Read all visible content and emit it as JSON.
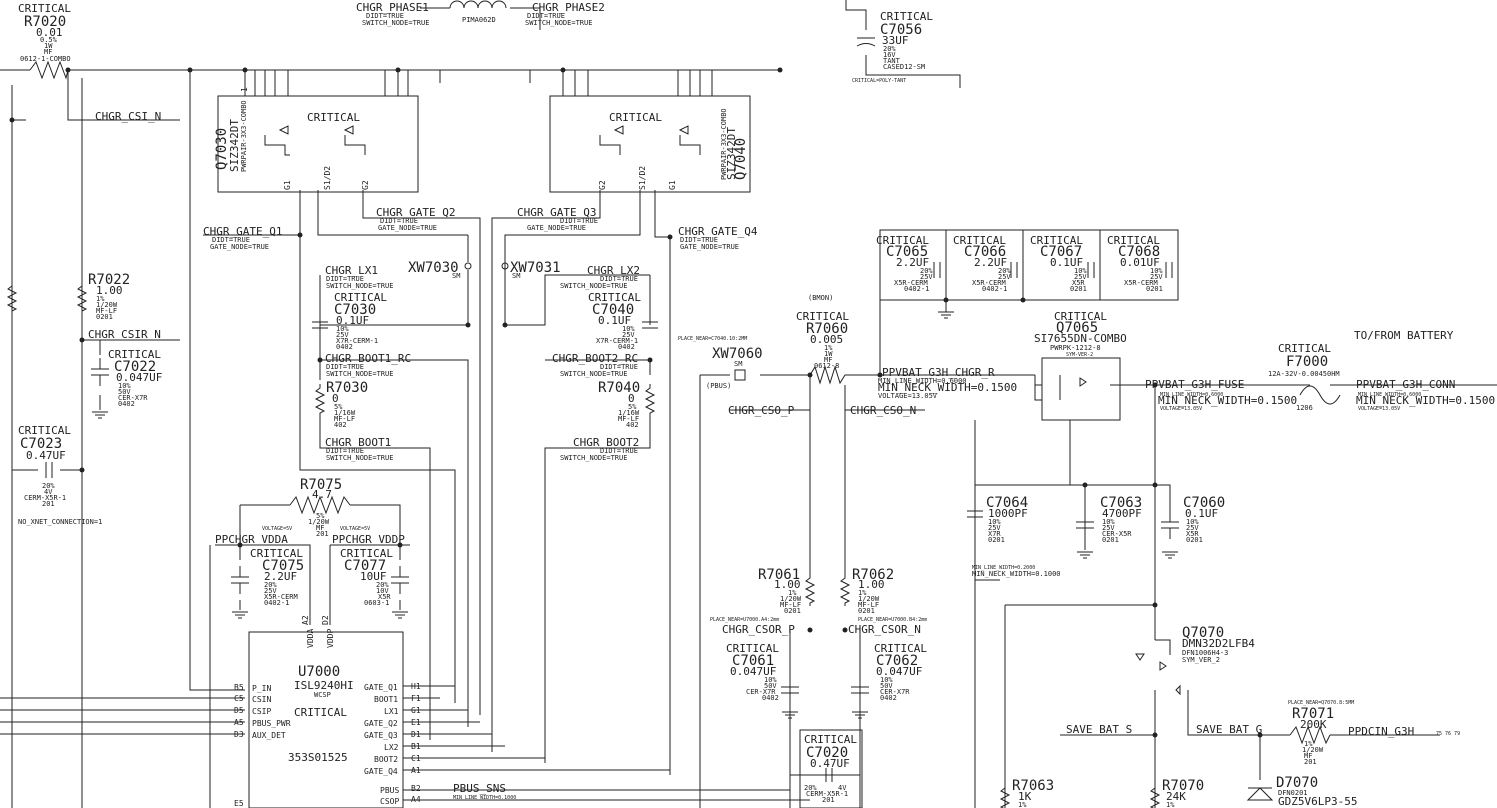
{
  "labels": {
    "critical": "CRITICAL",
    "to_from_battery": "TO/FROM BATTERY",
    "no_xnet": "NO_XNET_CONNECTION=1",
    "bmon": "(BMON)",
    "pbus_tag": "(PBUS)",
    "place_near_r7060": "PLACE_NEAR=C7040.10:2MM",
    "place_near_csor_p": "PLACE_NEAR=U7000.A4:2mm",
    "place_near_csor_n": "PLACE_NEAR=U7000.B4:2mm",
    "place_near_r7071": "PLACE_NEAR=Q7070.8:5MM",
    "voltage_5v_a": "VOLTAGE=5V",
    "voltage_5v_b": "VOLTAGE=5V",
    "min_line_neck_small": "MIN_LINE_WIDTH=0.2000",
    "min_neck_small": "MIN_NECK_WIDTH=0.1000",
    "pbus_sns_attr": "MIN_LINE_WIDTH=0.1000"
  },
  "nets": {
    "chgr_phase1": "CHGR_PHASE1",
    "chgr_phase2": "CHGR_PHASE2",
    "didt_true": "DIDT=TRUE",
    "switch_node_true": "SWITCH_NODE=TRUE",
    "gate_node_true": "GATE_NODE=TRUE",
    "chgr_csi_n": "CHGR_CSI_N",
    "chgr_csir_n": "CHGR_CSIR_N",
    "chgr_gate_q1": "CHGR_GATE_Q1",
    "chgr_gate_q2": "CHGR_GATE_Q2",
    "chgr_gate_q3": "CHGR_GATE_Q3",
    "chgr_gate_q4": "CHGR_GATE_Q4",
    "chgr_lx1": "CHGR_LX1",
    "chgr_lx2": "CHGR_LX2",
    "chgr_boot1_rc": "CHGR_BOOT1_RC",
    "chgr_boot2_rc": "CHGR_BOOT2_RC",
    "chgr_boot1": "CHGR_BOOT1",
    "chgr_boot2": "CHGR_BOOT2",
    "chgr_cso_p": "CHGR_CSO_P",
    "chgr_cso_n": "CHGR_CSO_N",
    "chgr_csor_p": "CHGR_CSOR_P",
    "chgr_csor_n": "CHGR_CSOR_N",
    "ppbat_g3h_chgr_r": "PPVBAT_G3H_CHGR_R",
    "ppbat_g3h_fuse": "PPVBAT_G3H_FUSE",
    "ppbat_g3h_conn": "PPVBAT_G3H_CONN",
    "min_line_width": "MIN_LINE_WIDTH=0.6000",
    "min_neck_width": "MIN_NECK_WIDTH=0.1500",
    "voltage_1305": "VOLTAGE=13.05V",
    "ppchgr_vdda": "PPCHGR_VDDA",
    "ppchgr_vddp": "PPCHGR_VDDP",
    "pbus_sns": "PBUS_SNS",
    "save_bat_s": "SAVE_BAT_S",
    "save_bat_g": "SAVE_BAT_G",
    "ppdcin_g3h": "PPDCIN_G3H",
    "page_refs": "75 76 79"
  },
  "components": {
    "r7020": {
      "ref": "R7020",
      "value": "0.01",
      "spec1": "0.5%",
      "spec2": "1W",
      "spec3": "MF",
      "pkg": "0612-1-COMBO"
    },
    "l_pima": {
      "pkg": "PIMA062D"
    },
    "c7056": {
      "ref": "C7056",
      "value": "33UF",
      "spec1": "20%",
      "spec2": "16V",
      "spec3": "TANT",
      "pkg": "CASED12-SM",
      "note": "CRITICAL=POLY-TANT"
    },
    "q7030": {
      "ref": "Q7030",
      "part": "SIZ342DT",
      "pkg": "PWRPAIR-3X3-COMBO"
    },
    "q7040": {
      "ref": "Q7040",
      "part": "SIZ342DT",
      "pkg": "PWRPAIR-3X3-COMBO"
    },
    "r7022": {
      "ref": "R7022",
      "value": "1.00",
      "spec1": "1%",
      "spec2": "1/20W",
      "spec3": "MF-LF",
      "pkg": "0201"
    },
    "c7022": {
      "ref": "C7022",
      "value": "0.047UF",
      "spec1": "10%",
      "spec2": "50V",
      "spec3": "CER-X7R",
      "pkg": "0402"
    },
    "c7023": {
      "ref": "C7023",
      "value": "0.47UF",
      "spec1": "20%",
      "spec2": "4V",
      "spec3": "CERM-X5R-1",
      "pkg": "201"
    },
    "xw7030": {
      "ref": "XW7030",
      "type": "SM"
    },
    "xw7031": {
      "ref": "XW7031",
      "type": "SM"
    },
    "xw7060": {
      "ref": "XW7060",
      "type": "SM"
    },
    "c7030": {
      "ref": "C7030",
      "value": "0.1UF",
      "spec1": "10%",
      "spec2": "25V",
      "spec3": "X7R-CERM-1",
      "pkg": "0402"
    },
    "c7040": {
      "ref": "C7040",
      "value": "0.1UF",
      "spec1": "10%",
      "spec2": "25V",
      "spec3": "X7R-CERM-1",
      "pkg": "0402"
    },
    "r7030": {
      "ref": "R7030",
      "value": "0",
      "spec1": "5%",
      "spec2": "1/16W",
      "spec3": "MF-LF",
      "pkg": "402"
    },
    "r7040": {
      "ref": "R7040",
      "value": "0",
      "spec1": "5%",
      "spec2": "1/16W",
      "spec3": "MF-LF",
      "pkg": "402"
    },
    "r7075": {
      "ref": "R7075",
      "value": "4.7",
      "spec1": "5%",
      "spec2": "1/20W",
      "spec3": "MF",
      "pkg": "201"
    },
    "c7075": {
      "ref": "C7075",
      "value": "2.2UF",
      "spec1": "20%",
      "spec2": "25V",
      "spec3": "X5R-CERM",
      "pkg": "0402-1"
    },
    "c7077": {
      "ref": "C7077",
      "value": "10UF",
      "spec1": "20%",
      "spec2": "10V",
      "spec3": "X5R",
      "pkg": "0603-1"
    },
    "u7000": {
      "ref": "U7000",
      "part": "ISL9240HI",
      "pkg": "WCSP",
      "pn": "353S01525",
      "left_pins": [
        [
          "B5",
          "P_IN"
        ],
        [
          "C5",
          "CSIN"
        ],
        [
          "D5",
          "CSIP"
        ],
        [
          "A5",
          "PBUS_PWR"
        ],
        [
          "D3",
          "AUX_DET"
        ]
      ],
      "right_pins": [
        [
          "H1",
          "GATE_Q1"
        ],
        [
          "F1",
          "BOOT1"
        ],
        [
          "G1",
          "LX1"
        ],
        [
          "E1",
          "GATE_Q2"
        ],
        [
          "D1",
          "GATE_Q3"
        ],
        [
          "B1",
          "LX2"
        ],
        [
          "C1",
          "BOOT2"
        ],
        [
          "A1",
          "GATE_Q4"
        ],
        [
          "B2",
          "PBUS"
        ],
        [
          "A4",
          "CSOP"
        ]
      ],
      "top_pins": [
        [
          "A2",
          "VDDA"
        ],
        [
          "D2",
          "VDDP"
        ]
      ],
      "extra_pin": "E5 "
    },
    "r7060": {
      "ref": "R7060",
      "value": "0.005",
      "spec1": "1%",
      "spec2": "1W",
      "spec3": "MF",
      "pkg": "0612-8"
    },
    "c7065": {
      "ref": "C7065",
      "value": "2.2UF",
      "spec1": "20%",
      "spec2": "25V",
      "spec3": "X5R-CERM",
      "pkg": "0402-1"
    },
    "c7066": {
      "ref": "C7066",
      "value": "2.2UF",
      "spec1": "20%",
      "spec2": "25V",
      "spec3": "X5R-CERM",
      "pkg": "0402-1"
    },
    "c7067": {
      "ref": "C7067",
      "value": "0.1UF",
      "spec1": "10%",
      "spec2": "25V",
      "spec3": "X5R",
      "pkg": "0201"
    },
    "c7068": {
      "ref": "C7068",
      "value": "0.01UF",
      "spec1": "10%",
      "spec2": "25V",
      "spec3": "X5R-CERM",
      "pkg": "0201"
    },
    "q7065": {
      "ref": "Q7065",
      "part": "SI7655DN-COMBO",
      "pkg": "PWRPK-1212-8",
      "sym": "SYM-VER-2"
    },
    "f7000": {
      "ref": "F7000",
      "value": "12A-32V-0.00450HM",
      "pkg": "1206"
    },
    "c7064": {
      "ref": "C7064",
      "value": "1000PF",
      "spec1": "10%",
      "spec2": "25V",
      "spec3": "X7R",
      "pkg": "0201"
    },
    "c7063": {
      "ref": "C7063",
      "value": "4700PF",
      "spec1": "10%",
      "spec2": "25V",
      "spec3": "CER-X5R",
      "pkg": "0201"
    },
    "c7060": {
      "ref": "C7060",
      "value": "0.1UF",
      "spec1": "10%",
      "spec2": "25V",
      "spec3": "X5R",
      "pkg": "0201"
    },
    "r7061": {
      "ref": "R7061",
      "value": "1.00",
      "spec1": "1%",
      "spec2": "1/20W",
      "spec3": "MF-LF",
      "pkg": "0201"
    },
    "r7062": {
      "ref": "R7062",
      "value": "1.00",
      "spec1": "1%",
      "spec2": "1/20W",
      "spec3": "MF-LF",
      "pkg": "0201"
    },
    "c7061": {
      "ref": "C7061",
      "value": "0.047UF",
      "spec1": "10%",
      "spec2": "50V",
      "spec3": "CER-X7R",
      "pkg": "0402"
    },
    "c7062": {
      "ref": "C7062",
      "value": "0.047UF",
      "spec1": "10%",
      "spec2": "50V",
      "spec3": "CER-X7R",
      "pkg": "0402"
    },
    "c7020": {
      "ref": "C7020",
      "value": "0.47UF",
      "spec1": "20%",
      "spec2": "4V",
      "spec3": "CERM-X5R-1",
      "pkg": "201"
    },
    "q7070": {
      "ref": "Q7070",
      "part": "DMN32D2LFB4",
      "pkg": "DFN1006H4-3",
      "sym": "SYM_VER_2"
    },
    "r7071": {
      "ref": "R7071",
      "value": "200K",
      "spec1": "1%",
      "spec2": "1/20W",
      "spec3": "MF",
      "pkg": "201"
    },
    "r7063": {
      "ref": "R7063",
      "value": "1K",
      "spec1": "1%"
    },
    "r7070": {
      "ref": "R7070",
      "value": "24K",
      "spec1": "1%"
    },
    "d7070": {
      "ref": "D7070",
      "pkg": "DFN0201",
      "part": "GDZ5V6LP3-55"
    }
  }
}
